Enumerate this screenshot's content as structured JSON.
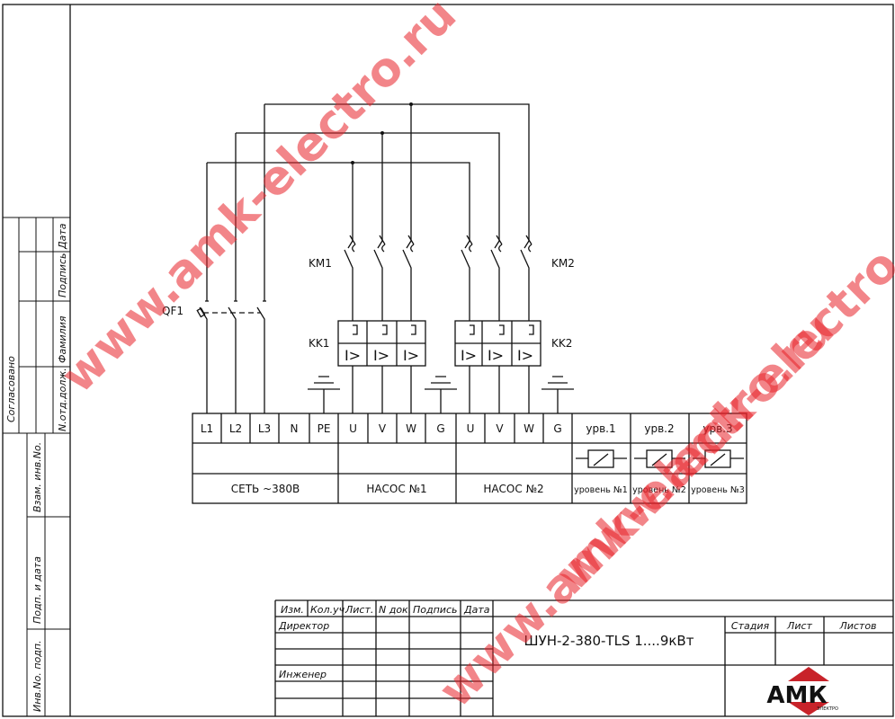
{
  "drawing": {
    "title": "ШУН-2-380-TLS 1....9кВт",
    "devices": {
      "qf": "QF1",
      "km1": "KM1",
      "km2": "KM2",
      "kk1": "KK1",
      "kk2": "KK2",
      "relay": "I>"
    },
    "terminals": [
      "L1",
      "L2",
      "L3",
      "N",
      "PE",
      "U",
      "V",
      "W",
      "G",
      "U",
      "V",
      "W",
      "G"
    ],
    "level_terminals": [
      "урв.1",
      "урв.2",
      "урв.3"
    ],
    "groups": [
      "СЕТЬ ~380В",
      "НАСОС №1",
      "НАСОС №2"
    ],
    "level_labels": [
      "уровень №1",
      "уровень №2",
      "уровень №3"
    ]
  },
  "side_stamp": {
    "agreed": "Согласовано",
    "cols": [
      "Дата",
      "Подпись",
      "Фамилия",
      "N.отд.долж."
    ],
    "lower": [
      "Взам. инв.No.",
      "Подп. и дата",
      "Инв.No. подп."
    ]
  },
  "title_block": {
    "header": [
      "Изм.",
      "Кол.уч.",
      "Лист.",
      "N док.",
      "Подпись",
      "Дата"
    ],
    "roles": [
      "Директор",
      "Инженер"
    ],
    "right_header": [
      "Стадия",
      "Лист",
      "Листов"
    ],
    "logo": {
      "text": "АМК",
      "sub": "ЭЛЕКТРО",
      "colors": {
        "blue": "#1f3f8f",
        "red": "#c8232a"
      }
    }
  },
  "watermark": "www.amk-electro.ru"
}
